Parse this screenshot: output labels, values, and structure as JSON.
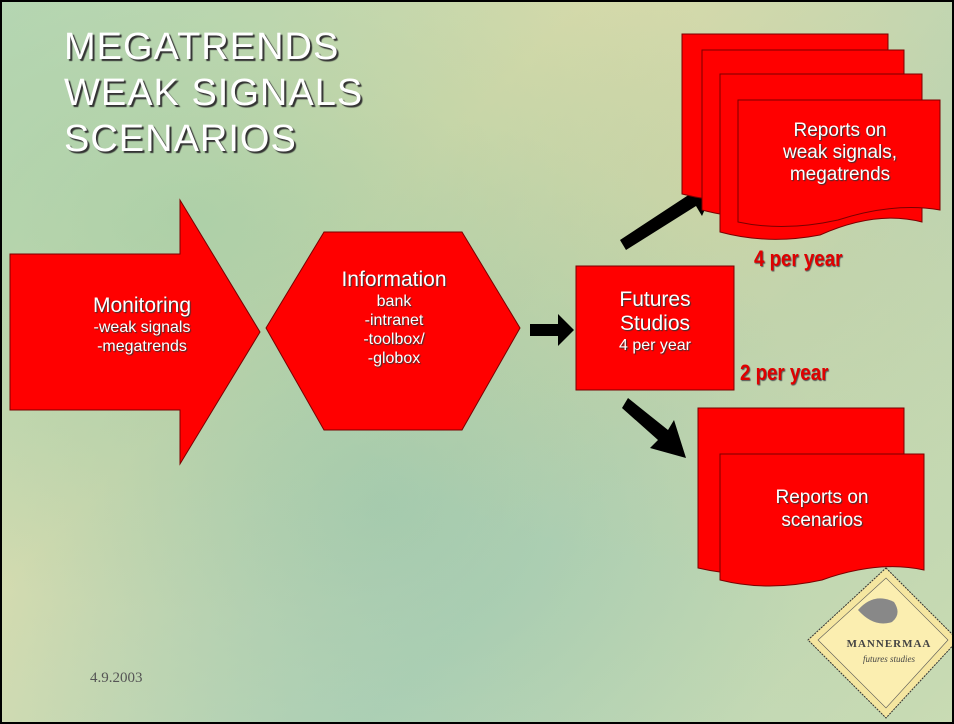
{
  "title": {
    "line1": "MEGATRENDS",
    "line2": "WEAK SIGNALS",
    "line3": "SCENARIOS"
  },
  "monitoring": {
    "heading": "Monitoring",
    "line1": "-weak signals",
    "line2": "-megatrends"
  },
  "information": {
    "heading": "Information",
    "line1": "bank",
    "line2": "-intranet",
    "line3": "-toolbox/",
    "line4": "-globox"
  },
  "futures": {
    "line1": "Futures",
    "line2": "Studios",
    "line3": "4 per year"
  },
  "reports_signals": {
    "line1": "Reports on",
    "line2": "weak signals,",
    "line3": "megatrends"
  },
  "reports_scenarios": {
    "line1": "Reports on",
    "line2": "scenarios"
  },
  "freq_top": "4 per year",
  "freq_bottom": "2 per year",
  "date": "4.9.2003",
  "logo": {
    "name": "MANNERMAA",
    "subtitle": "futures studies"
  },
  "colors": {
    "shape_fill": "#ff0000",
    "frequency_text": "#e00000"
  }
}
